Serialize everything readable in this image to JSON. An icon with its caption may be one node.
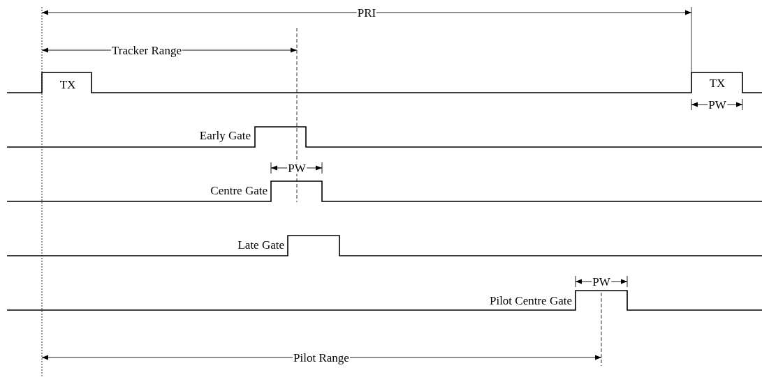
{
  "diagram": {
    "labels": [
      "PRI",
      "Tracker Range",
      "TX",
      "TX",
      "PW",
      "Early Gate",
      "PW",
      "Centre Gate",
      "Late Gate",
      "PW",
      "Pilot Centre Gate",
      "Pilot Range"
    ]
  }
}
